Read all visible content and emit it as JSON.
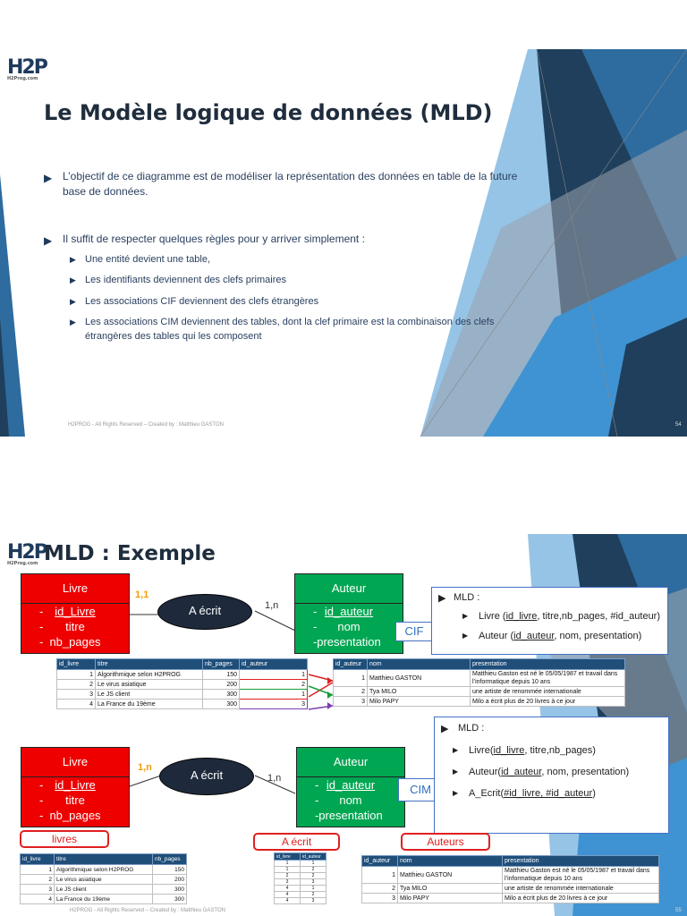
{
  "slide1": {
    "logo": {
      "text": "H2P",
      "sub": "H2Prog.com"
    },
    "title": "Le Modèle logique de données (MLD)",
    "bullets": [
      {
        "line1": "L’objectif de ce diagramme est de modéliser la représentation des données en table de la future",
        "line2": "base de données."
      },
      {
        "line1": "Il suffit de respecter quelques règles pour y arriver simplement :"
      }
    ],
    "sub_bullets": [
      {
        "line1": "Une entité devient une table,"
      },
      {
        "line1": "Les identifiants deviennent des clefs primaires"
      },
      {
        "line1": "Les associations CIF deviennent des clefs étrangères"
      },
      {
        "line1": "Les associations CIM deviennent des tables, dont la clef primaire est la combinaison des clefs",
        "line2": "étrangères des tables qui les composent"
      }
    ],
    "footer": "H2PROG - All Rights Reserved – Created by : Matthieu GASTON",
    "page": "54",
    "colors": {
      "dark": "#1f3f5c",
      "mid": "#2e6b9e",
      "light": "#3f93d2",
      "grey": "#9aa3ad"
    }
  },
  "slide2": {
    "logo": {
      "text": "H2P",
      "sub": "H2Prog.com"
    },
    "title": "MLD : Exemple",
    "top": {
      "entity_left": {
        "name": "Livre",
        "attrs": [
          {
            "dash": "-",
            "text": "id_Livre"
          },
          {
            "dash": "-",
            "text": "titre"
          },
          {
            "dash": "-",
            "text": "nb_pages"
          }
        ]
      },
      "association": "A écrit",
      "card_left": "1,1",
      "card_right": "1,n",
      "entity_right": {
        "name": "Auteur",
        "attrs": [
          {
            "dash": "-",
            "text": "id_auteur"
          },
          {
            "dash": "-",
            "text": "nom"
          },
          {
            "dash": "-",
            "text": "presentation"
          }
        ]
      },
      "tag": "CIF",
      "mld": {
        "header": "MLD :",
        "line1_pre": "Livre (",
        "line1_u": "id_livre",
        "line1_post": ", titre,nb_pages, #id_auteur)",
        "line2_pre": "Auteur (",
        "line2_u": "id_auteur",
        "line2_post": ", nom, presentation)"
      },
      "livre_table": {
        "headers": [
          "id_livre",
          "titre",
          "nb_pages",
          "id_auteur"
        ],
        "rows": [
          [
            "1",
            "Algorithmique selon H2PROG",
            "150",
            "1"
          ],
          [
            "2",
            "Le virus asiatique",
            "200",
            "2"
          ],
          [
            "3",
            "Le JS client",
            "300",
            "1"
          ],
          [
            "4",
            "La France du 19ème",
            "300",
            "3"
          ]
        ]
      },
      "auteur_table": {
        "headers": [
          "id_auteur",
          "nom",
          "presentation"
        ],
        "rows": [
          [
            "1",
            "Matthieu GASTON",
            "Matthieu Gaston est né le 05/05/1987 et travail dans l’informatique depuis 10 ans"
          ],
          [
            "2",
            "Tya MILO",
            "une artiste de renommée internationale"
          ],
          [
            "3",
            "Milo PAPY",
            "Milo a écrit plus de 20 livres à ce jour"
          ]
        ]
      }
    },
    "bottom": {
      "entity_left": {
        "name": "Livre",
        "attrs": [
          {
            "dash": "-",
            "text": "id_Livre"
          },
          {
            "dash": "-",
            "text": "titre"
          },
          {
            "dash": "-",
            "text": "nb_pages"
          }
        ]
      },
      "association": "A écrit",
      "card_left": "1,n",
      "card_right": "1,n",
      "entity_right": {
        "name": "Auteur",
        "attrs": [
          {
            "dash": "-",
            "text": "id_auteur"
          },
          {
            "dash": "-",
            "text": "nom"
          },
          {
            "dash": "-",
            "text": "presentation"
          }
        ]
      },
      "tag": "CIM",
      "mld": {
        "header": "MLD :",
        "line1_pre": "Livre(",
        "line1_u": "id_livre",
        "line1_post": ", titre,nb_pages)",
        "line2_pre": "Auteur(",
        "line2_u": "id_auteur",
        "line2_post": ", nom, presentation)",
        "line3_pre": "A_Ecrit(",
        "line3_u": "#id_livre, #id_auteur",
        "line3_post": ")"
      },
      "labels": {
        "livres": "livres",
        "ecrit": "A écrit",
        "auteurs": "Auteurs"
      },
      "livre_table": {
        "headers": [
          "id_livre",
          "titre",
          "nb_pages"
        ],
        "rows": [
          [
            "1",
            "Algorithmique selon H2PROG",
            "150"
          ],
          [
            "2",
            "Le virus asiatique",
            "200"
          ],
          [
            "3",
            "Le JS client",
            "300"
          ],
          [
            "4",
            "La France du 19ème",
            "300"
          ]
        ]
      },
      "ecrit_table": {
        "headers": [
          "id_livre",
          "id_auteur"
        ],
        "rows": [
          [
            "1",
            "1"
          ],
          [
            "1",
            "2"
          ],
          [
            "2",
            "2"
          ],
          [
            "3",
            "3"
          ],
          [
            "4",
            "1"
          ],
          [
            "4",
            "2"
          ],
          [
            "4",
            "3"
          ]
        ]
      },
      "auteur_table": {
        "headers": [
          "id_auteur",
          "nom",
          "presentation"
        ],
        "rows": [
          [
            "1",
            "Matthieu GASTON",
            "Matthieu Gaston est né le 05/05/1987 et travail dans l’informatique depuis 10 ans"
          ],
          [
            "2",
            "Tya MILO",
            "une artiste de renommée internationale"
          ],
          [
            "3",
            "Milo PAPY",
            "Milo a écrit plus de 20 livres à ce jour"
          ]
        ]
      }
    },
    "footer": "H2PROG - All Rights Reserved – Created by : Matthieu GASTON",
    "page": "55"
  }
}
